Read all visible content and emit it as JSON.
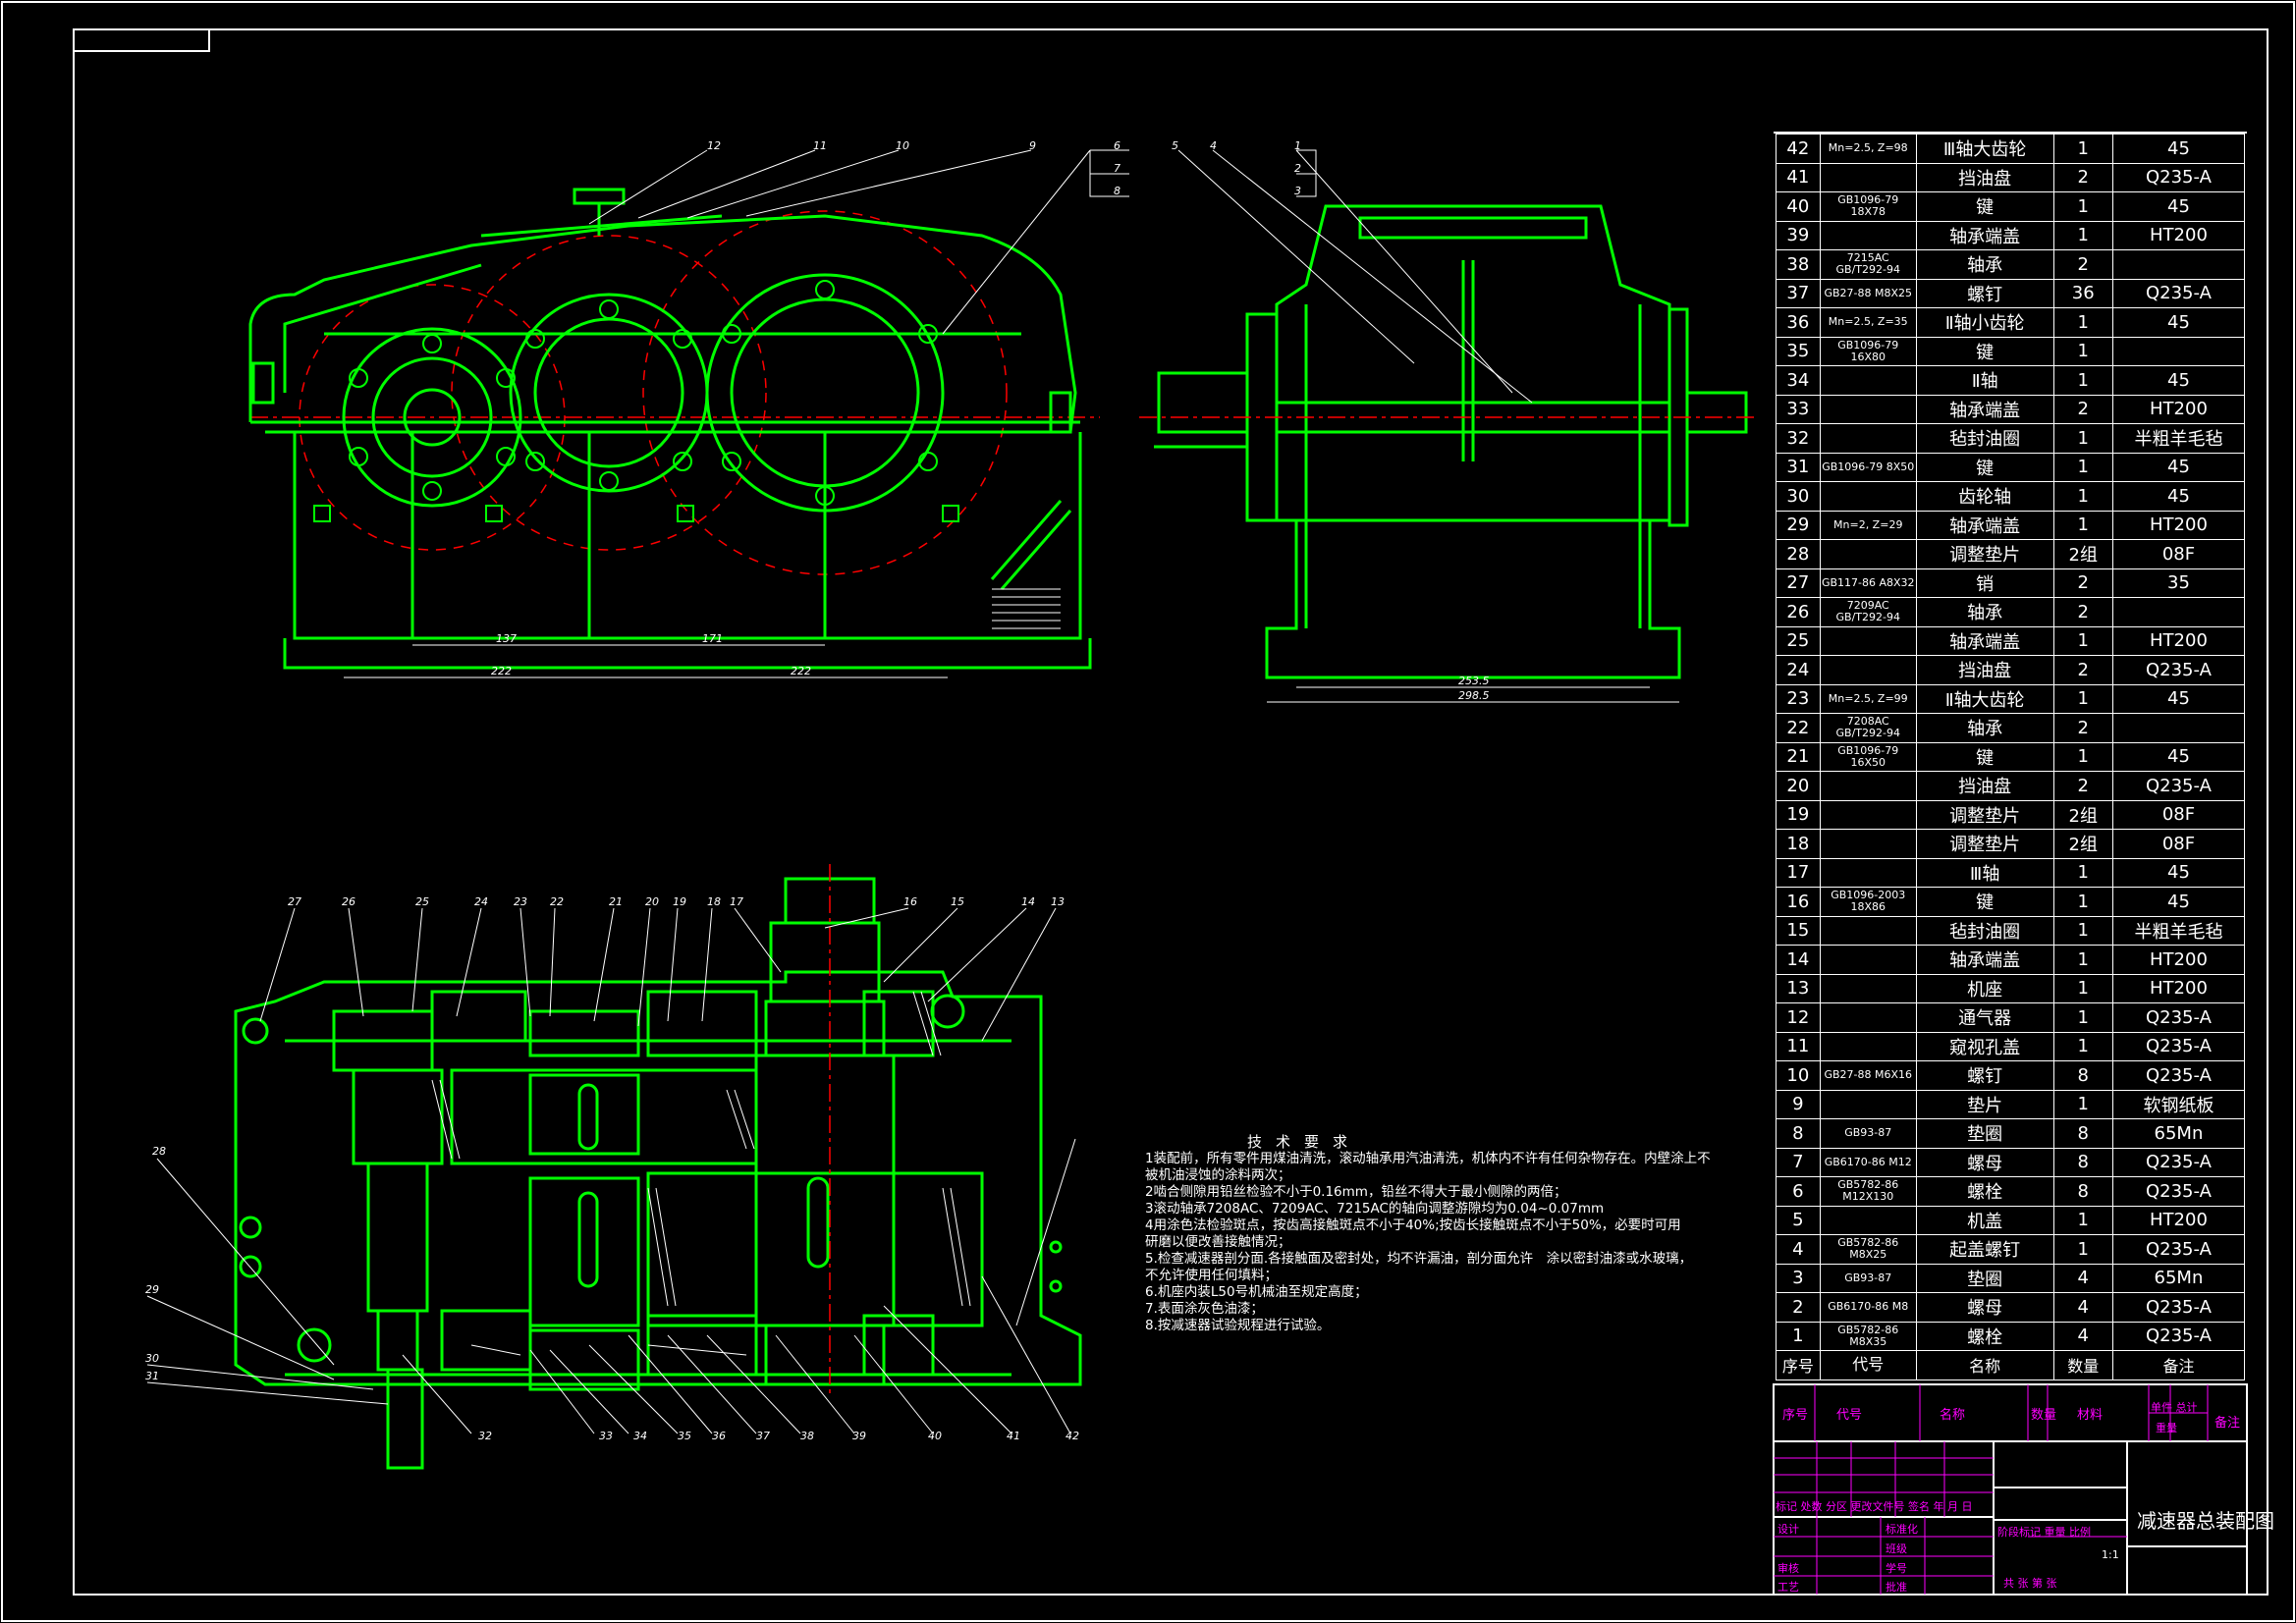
{
  "drawing_title": "减速器总装配图",
  "front_view": {
    "leaders": [
      "12",
      "11",
      "10",
      "9",
      "6",
      "7",
      "8"
    ],
    "dims": [
      "137",
      "171",
      "222",
      "222"
    ]
  },
  "side_view": {
    "leaders": [
      "5",
      "4",
      "1",
      "2",
      "3"
    ],
    "dims": [
      "253.5",
      "298.5"
    ]
  },
  "top_view": {
    "leaders_top": [
      "27",
      "26",
      "25",
      "24",
      "23",
      "22",
      "21",
      "20",
      "19",
      "18",
      "17",
      "16",
      "15",
      "14",
      "13"
    ],
    "leaders_left": [
      "28",
      "29",
      "30",
      "31"
    ],
    "leaders_bottom": [
      "32",
      "33",
      "34",
      "35",
      "36",
      "37",
      "38",
      "39",
      "40",
      "41",
      "42"
    ]
  },
  "tech_requirements": {
    "title": "技术要求",
    "items": [
      "1装配前，所有零件用煤油清洗，滚动轴承用汽油清洗，机体内不许有任何杂物存在。内壁涂上不",
      "被机油浸蚀的涂料两次；",
      "2啮合侧隙用铅丝检验不小于0.16mm，铅丝不得大于最小侧隙的两倍；",
      "3滚动轴承7208AC、7209AC、7215AC的轴向调整游隙均为0.04~0.07mm",
      "4用涂色法检验斑点，按齿高接触斑点不小于40%;按齿长接触斑点不小于50%，必要时可用",
      "研磨以便改善接触情况；",
      "5.检查减速器剖分面.各接触面及密封处，均不许漏油，剖分面允许　涂以密封油漆或水玻璃，",
      "不允许使用任何填料；",
      "6.机座内装L50号机械油至规定高度；",
      "7.表面涂灰色油漆；",
      "8.按减速器试验规程进行试验。"
    ]
  },
  "bom": {
    "rows": [
      {
        "no": "42",
        "code": "Mn=2.5, Z=98",
        "name": "Ⅲ轴大齿轮",
        "qty": "1",
        "mat": "45"
      },
      {
        "no": "41",
        "code": "",
        "name": "挡油盘",
        "qty": "2",
        "mat": "Q235-A"
      },
      {
        "no": "40",
        "code": "GB1096-79 18X78",
        "name": "键",
        "qty": "1",
        "mat": "45"
      },
      {
        "no": "39",
        "code": "",
        "name": "轴承端盖",
        "qty": "1",
        "mat": "HT200"
      },
      {
        "no": "38",
        "code": "7215AC GB/T292-94",
        "name": "轴承",
        "qty": "2",
        "mat": ""
      },
      {
        "no": "37",
        "code": "GB27-88 M8X25",
        "name": "螺钉",
        "qty": "36",
        "mat": "Q235-A"
      },
      {
        "no": "36",
        "code": "Mn=2.5, Z=35",
        "name": "Ⅱ轴小齿轮",
        "qty": "1",
        "mat": "45"
      },
      {
        "no": "35",
        "code": "GB1096-79 16X80",
        "name": "键",
        "qty": "1",
        "mat": ""
      },
      {
        "no": "34",
        "code": "",
        "name": "Ⅱ轴",
        "qty": "1",
        "mat": "45"
      },
      {
        "no": "33",
        "code": "",
        "name": "轴承端盖",
        "qty": "2",
        "mat": "HT200"
      },
      {
        "no": "32",
        "code": "",
        "name": "毡封油圈",
        "qty": "1",
        "mat": "半粗羊毛毡"
      },
      {
        "no": "31",
        "code": "GB1096-79 8X50",
        "name": "键",
        "qty": "1",
        "mat": "45"
      },
      {
        "no": "30",
        "code": "",
        "name": "齿轮轴",
        "qty": "1",
        "mat": "45"
      },
      {
        "no": "29",
        "code": "Mn=2, Z=29",
        "name": "轴承端盖",
        "qty": "1",
        "mat": "HT200"
      },
      {
        "no": "28",
        "code": "",
        "name": "调整垫片",
        "qty": "2组",
        "mat": "08F"
      },
      {
        "no": "27",
        "code": "GB117-86 A8X32",
        "name": "销",
        "qty": "2",
        "mat": "35"
      },
      {
        "no": "26",
        "code": "7209AC GB/T292-94",
        "name": "轴承",
        "qty": "2",
        "mat": ""
      },
      {
        "no": "25",
        "code": "",
        "name": "轴承端盖",
        "qty": "1",
        "mat": "HT200"
      },
      {
        "no": "24",
        "code": "",
        "name": "挡油盘",
        "qty": "2",
        "mat": "Q235-A"
      },
      {
        "no": "23",
        "code": "Mn=2.5, Z=99",
        "name": "Ⅱ轴大齿轮",
        "qty": "1",
        "mat": "45"
      },
      {
        "no": "22",
        "code": "7208AC GB/T292-94",
        "name": "轴承",
        "qty": "2",
        "mat": ""
      },
      {
        "no": "21",
        "code": "GB1096-79 16X50",
        "name": "键",
        "qty": "1",
        "mat": "45"
      },
      {
        "no": "20",
        "code": "",
        "name": "挡油盘",
        "qty": "2",
        "mat": "Q235-A"
      },
      {
        "no": "19",
        "code": "",
        "name": "调整垫片",
        "qty": "2组",
        "mat": "08F"
      },
      {
        "no": "18",
        "code": "",
        "name": "调整垫片",
        "qty": "2组",
        "mat": "08F"
      },
      {
        "no": "17",
        "code": "",
        "name": "Ⅲ轴",
        "qty": "1",
        "mat": "45"
      },
      {
        "no": "16",
        "code": "GB1096-2003 18X86",
        "name": "键",
        "qty": "1",
        "mat": "45"
      },
      {
        "no": "15",
        "code": "",
        "name": "毡封油圈",
        "qty": "1",
        "mat": "半粗羊毛毡"
      },
      {
        "no": "14",
        "code": "",
        "name": "轴承端盖",
        "qty": "1",
        "mat": "HT200"
      },
      {
        "no": "13",
        "code": "",
        "name": "机座",
        "qty": "1",
        "mat": "HT200"
      },
      {
        "no": "12",
        "code": "",
        "name": "通气器",
        "qty": "1",
        "mat": "Q235-A"
      },
      {
        "no": "11",
        "code": "",
        "name": "窥视孔盖",
        "qty": "1",
        "mat": "Q235-A"
      },
      {
        "no": "10",
        "code": "GB27-88 M6X16",
        "name": "螺钉",
        "qty": "8",
        "mat": "Q235-A"
      },
      {
        "no": "9",
        "code": "",
        "name": "垫片",
        "qty": "1",
        "mat": "软钢纸板"
      },
      {
        "no": "8",
        "code": "GB93-87",
        "name": "垫圈",
        "qty": "8",
        "mat": "65Mn"
      },
      {
        "no": "7",
        "code": "GB6170-86 M12",
        "name": "螺母",
        "qty": "8",
        "mat": "Q235-A"
      },
      {
        "no": "6",
        "code": "GB5782-86 M12X130",
        "name": "螺栓",
        "qty": "8",
        "mat": "Q235-A"
      },
      {
        "no": "5",
        "code": "",
        "name": "机盖",
        "qty": "1",
        "mat": "HT200"
      },
      {
        "no": "4",
        "code": "GB5782-86 M8X25",
        "name": "起盖螺钉",
        "qty": "1",
        "mat": "Q235-A"
      },
      {
        "no": "3",
        "code": "GB93-87",
        "name": "垫圈",
        "qty": "4",
        "mat": "65Mn"
      },
      {
        "no": "2",
        "code": "GB6170-86 M8",
        "name": "螺母",
        "qty": "4",
        "mat": "Q235-A"
      },
      {
        "no": "1",
        "code": "GB5782-86 M8X35",
        "name": "螺栓",
        "qty": "4",
        "mat": "Q235-A"
      }
    ],
    "header": {
      "no": "序号",
      "code": "代号",
      "name": "名称",
      "qty": "数量",
      "mat": "备注"
    }
  },
  "title_block": {
    "header": {
      "seq": "序号",
      "code": "代号",
      "name": "名称",
      "qty": "数量",
      "material": "材料",
      "weight": "单件 总计",
      "weight2": "重量",
      "remark": "备注"
    },
    "rev_row": "标记 处数 分区 更改文件号 签名 年 月 日",
    "roles": [
      "设计",
      "审核",
      "工艺"
    ],
    "roles2": [
      "标准化",
      "班级",
      "学号",
      "批准"
    ],
    "stage": "阶段标记 重量 比例",
    "scale": "1:1",
    "sheet": "共 张 第 张"
  },
  "colors": {
    "line": "#00ff00",
    "frame": "#ffffff",
    "center": "#ff0000",
    "title_block": "#ff00ff",
    "hatch": "#ffffff"
  }
}
